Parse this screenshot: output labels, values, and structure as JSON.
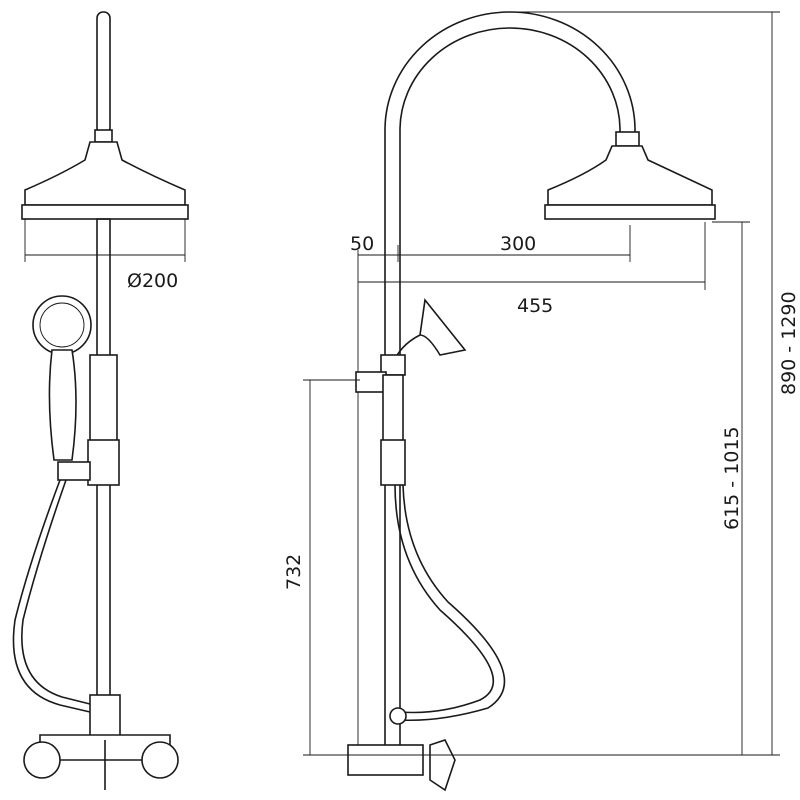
{
  "drawing": {
    "left_view": {
      "diameter_label": "Ø200"
    },
    "right_view": {
      "offset_label": "50",
      "arm_label": "300",
      "reach_label": "455",
      "handshower_height_label": "732",
      "head_height_label": "615 - 1015",
      "total_height_label": "890 - 1290"
    }
  }
}
